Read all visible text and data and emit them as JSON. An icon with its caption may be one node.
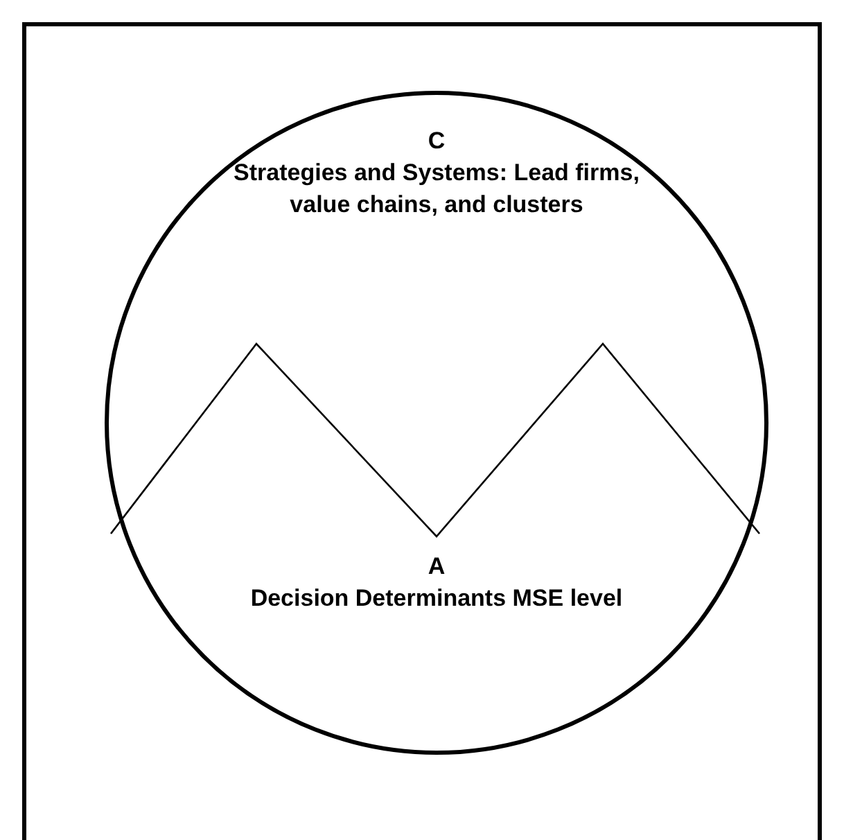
{
  "diagram": {
    "nodes": [
      {
        "text": [],
        "shape": "circle"
      },
      {
        "text": [
          "C",
          "Strategies and Systems: Lead firms, value chains, and clusters"
        ],
        "in": 0
      },
      {
        "text": [
          "A",
          "Decision Determinants MSE level"
        ],
        "in": 0
      }
    ]
  }
}
